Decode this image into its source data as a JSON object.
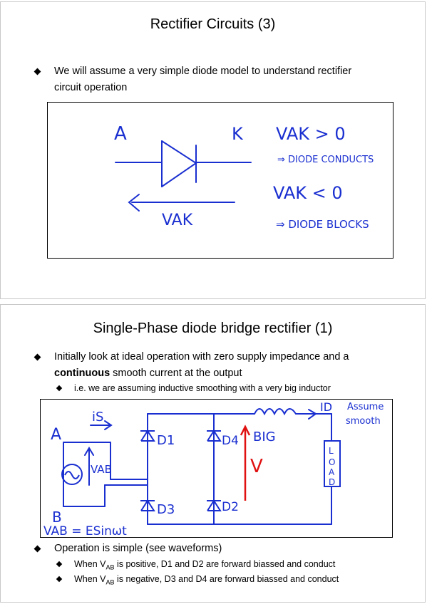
{
  "slide1": {
    "title": "Rectifier Circuits (3)",
    "bullet1_line1": "We will assume a very simple diode model to understand rectifier",
    "bullet1_line2": "circuit operation",
    "sketch": {
      "anode_label": "A",
      "cathode_label": "K",
      "voltage_label": "VAK",
      "cond1": "VAK > 0",
      "cond1_result": "⇒ DIODE CONDUCTS",
      "cond2": "VAK < 0",
      "cond2_result": "⇒ DIODE BLOCKS"
    }
  },
  "slide2": {
    "title": "Single-Phase diode bridge rectifier (1)",
    "bullet1_line1": "Initially look at ideal operation with zero supply impedance and a",
    "bullet1_bold": "continuous",
    "bullet1_line2_rest": " smooth current at the output",
    "sub1": "i.e. we are assuming inductive smoothing with a very big inductor",
    "circuit": {
      "a_label": "A",
      "b_label": "B",
      "is_label": "iS",
      "vab_label": "VAB",
      "d1": "D1",
      "d2": "D2",
      "d3": "D3",
      "d4": "D4",
      "big_label": "BIG",
      "v_label": "V",
      "id_label": "ID",
      "assume1": "Assume",
      "assume2": "smooth",
      "load": [
        "L",
        "O",
        "A",
        "D"
      ],
      "eq": "VAB = ESinωt"
    },
    "bullet2": "Operation is simple (see waveforms)",
    "sub2_pre": "When V",
    "sub2_sub": "AB",
    "sub2_post": " is positive, D1 and D2 are forward biassed and conduct",
    "sub3_pre": "When V",
    "sub3_sub": "AB",
    "sub3_post": " is negative, D3 and D4 are forward biassed and conduct",
    "ink_blue": "#1a2fd0",
    "ink_red": "#e01010"
  }
}
